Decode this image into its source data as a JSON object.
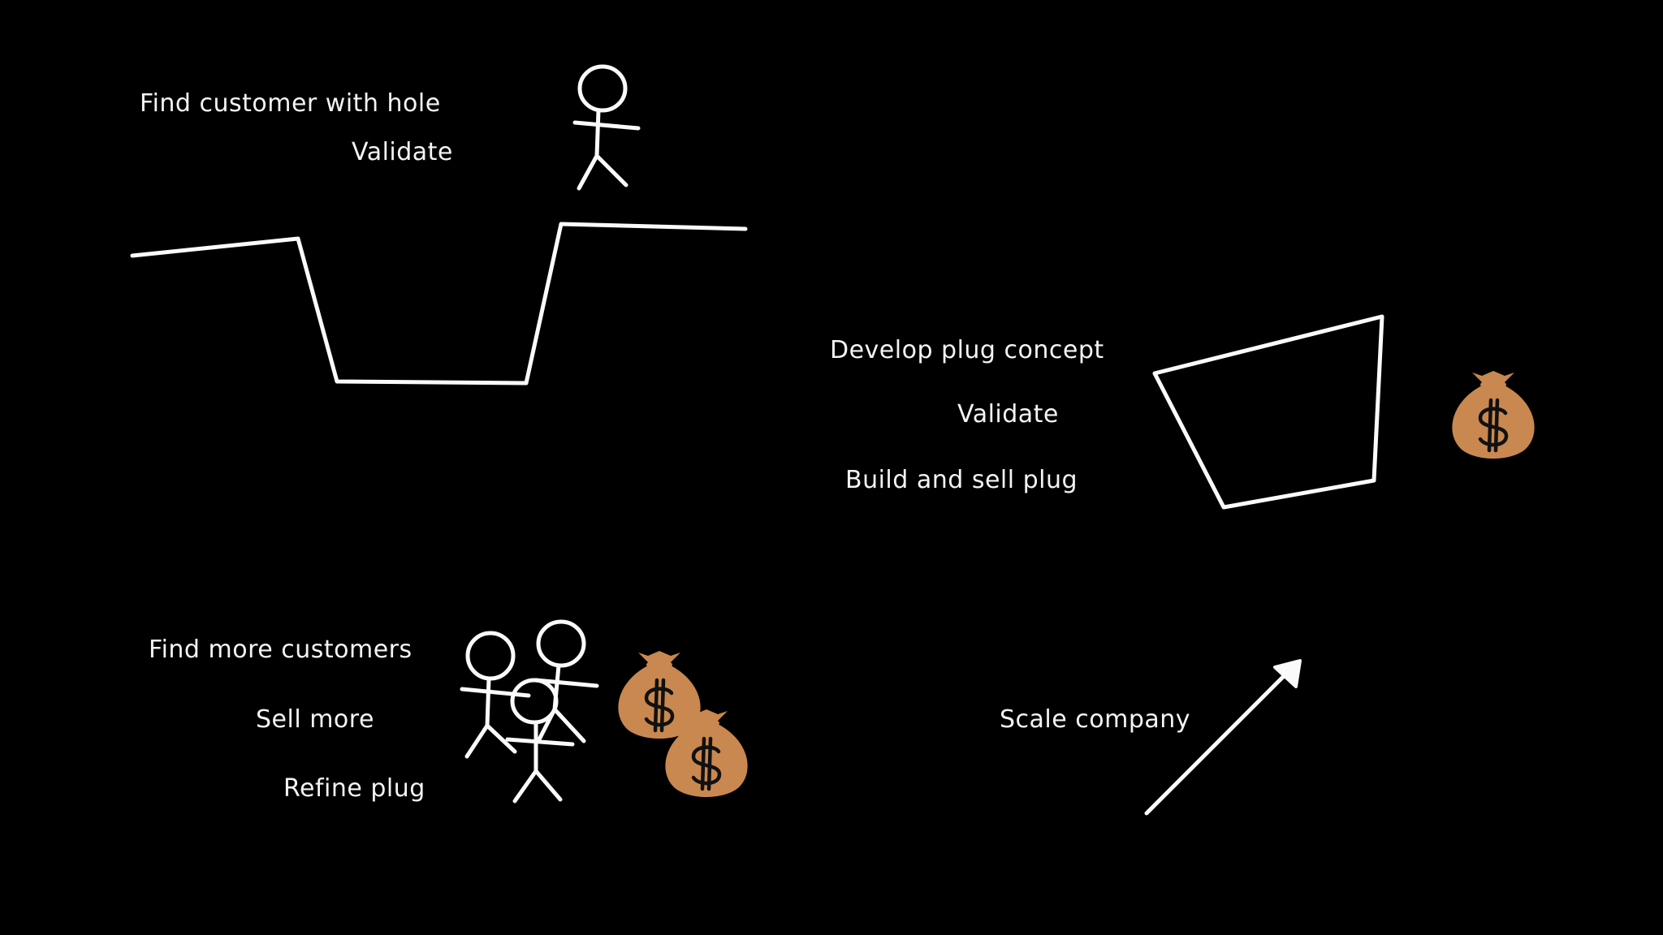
{
  "steps": {
    "find_customer": "Find customer with hole",
    "validate_hole": "Validate",
    "develop_plug": "Develop plug concept",
    "validate_plug": "Validate",
    "build_sell": "Build and sell plug",
    "find_more": "Find more customers",
    "sell_more": "Sell more",
    "refine_plug": "Refine plug",
    "scale": "Scale company"
  },
  "colors": {
    "background": "#000000",
    "chalk": "#fafafa",
    "money_bag": "#c9884f"
  },
  "icons": {
    "person": "stick-figure-icon",
    "money": "money-bag-icon",
    "growth": "arrow-up-right-icon"
  }
}
